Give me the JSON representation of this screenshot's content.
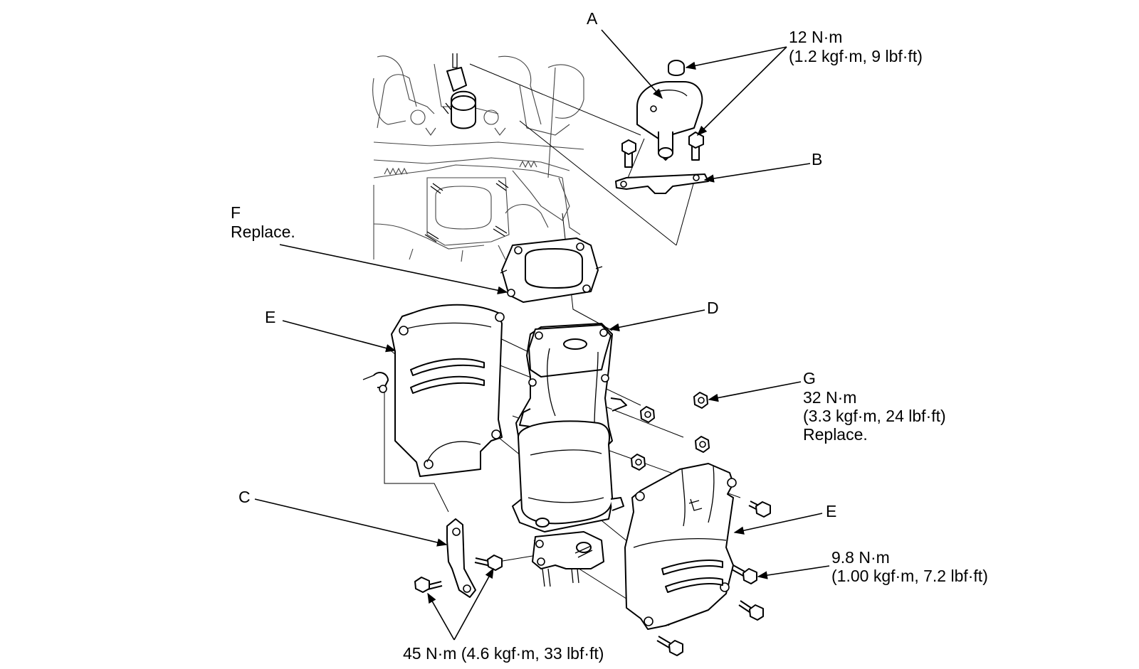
{
  "labels": {
    "a": {
      "letter": "A"
    },
    "a_torque": {
      "line1": "12 N·m",
      "line2": "(1.2 kgf·m, 9 lbf·ft)"
    },
    "b": {
      "letter": "B"
    },
    "c": {
      "letter": "C"
    },
    "d": {
      "letter": "D"
    },
    "e_left": {
      "letter": "E"
    },
    "e_right": {
      "letter": "E"
    },
    "f": {
      "letter": "F",
      "note": "Replace."
    },
    "g": {
      "letter": "G",
      "line1": "32 N·m",
      "line2": "(3.3 kgf·m, 24 lbf·ft)",
      "note": "Replace."
    },
    "e_torque": {
      "line1": "9.8 N·m",
      "line2": "(1.00 kgf·m, 7.2 lbf·ft)"
    },
    "c_torque": {
      "line1": "45 N·m (4.6 kgf·m, 33 lbf·ft)"
    }
  }
}
